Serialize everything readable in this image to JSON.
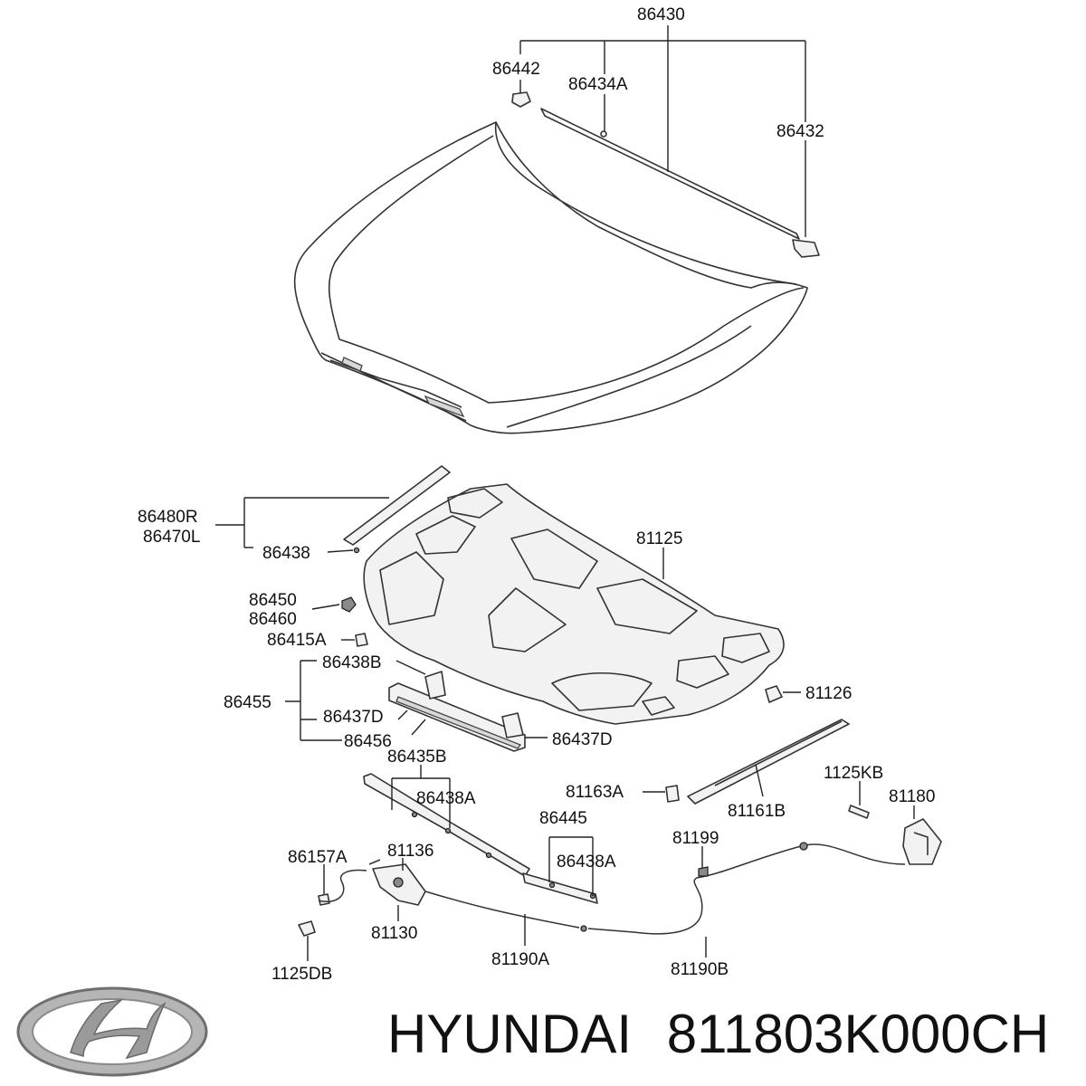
{
  "labels": {
    "p86430": "86430",
    "p86442": "86442",
    "p86434A": "86434A",
    "p86432": "86432",
    "p86480R": "86480R",
    "p86470L": "86470L",
    "p86438": "86438",
    "p81125": "81125",
    "p86450": "86450",
    "p86460": "86460",
    "p86415A": "86415A",
    "p86438B": "86438B",
    "p86455": "86455",
    "p86437D_left": "86437D",
    "p86456": "86456",
    "p86437D_right": "86437D",
    "p81126": "81126",
    "p86435B": "86435B",
    "p86438A_1": "86438A",
    "p81163A": "81163A",
    "p81161B": "81161B",
    "p1125KB": "1125KB",
    "p81180": "81180",
    "p86445": "86445",
    "p86438A_2": "86438A",
    "p81199": "81199",
    "p86157A": "86157A",
    "p81136": "81136",
    "p81130": "81130",
    "p81190A": "81190A",
    "p81190B": "81190B",
    "p1125DB": "1125DB"
  },
  "caption": {
    "brand": "HYUNDAI",
    "part_number": "811803K000CH"
  },
  "logo": {
    "icon": "hyundai-logo-icon"
  },
  "colors": {
    "line": "#222222",
    "fill": "#f2f2f2",
    "logo": "#9a9a9a"
  }
}
